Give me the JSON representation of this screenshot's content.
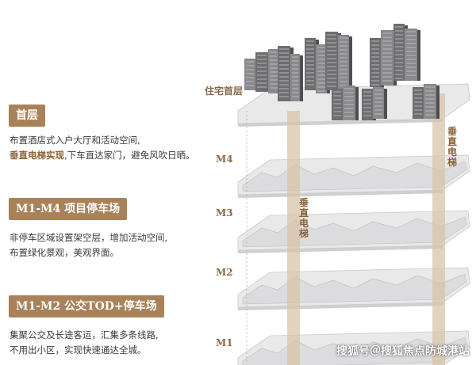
{
  "sections": [
    {
      "tag": "首层",
      "lines": [
        {
          "segments": [
            {
              "text": "布置酒店式入户大厅和活动空间,",
              "highlight": false
            }
          ]
        },
        {
          "segments": [
            {
              "text": "垂直电梯实现",
              "highlight": true
            },
            {
              "text": ",下车直达家门，避免风吹日晒。",
              "highlight": false
            }
          ]
        }
      ]
    },
    {
      "tag": "M1-M4 项目停车场",
      "lines": [
        {
          "segments": [
            {
              "text": "非停车区域设置架空层，增加活动空间,",
              "highlight": false
            }
          ]
        },
        {
          "segments": [
            {
              "text": "布置绿化景观，美观界面。",
              "highlight": false
            }
          ]
        }
      ]
    },
    {
      "tag": "M1-M2 公交TOD+停车场",
      "lines": [
        {
          "segments": [
            {
              "text": "集聚公交及长途客运，汇集多条线路,",
              "highlight": false
            }
          ]
        },
        {
          "segments": [
            {
              "text": "不用出小区，实现快速通达全城。",
              "highlight": false
            }
          ]
        }
      ]
    }
  ],
  "floors": {
    "top": "住宅首层",
    "levels": [
      "M4",
      "M3",
      "M2",
      "M1"
    ]
  },
  "elevator_label": "垂直电梯",
  "watermark": "搜狐号＠搜狐焦点防城港站",
  "colors": {
    "accent": "#a9825a",
    "highlight_text": "#8a6236",
    "elevator": "#d8c4a8",
    "slab": "#e9e9ea"
  }
}
